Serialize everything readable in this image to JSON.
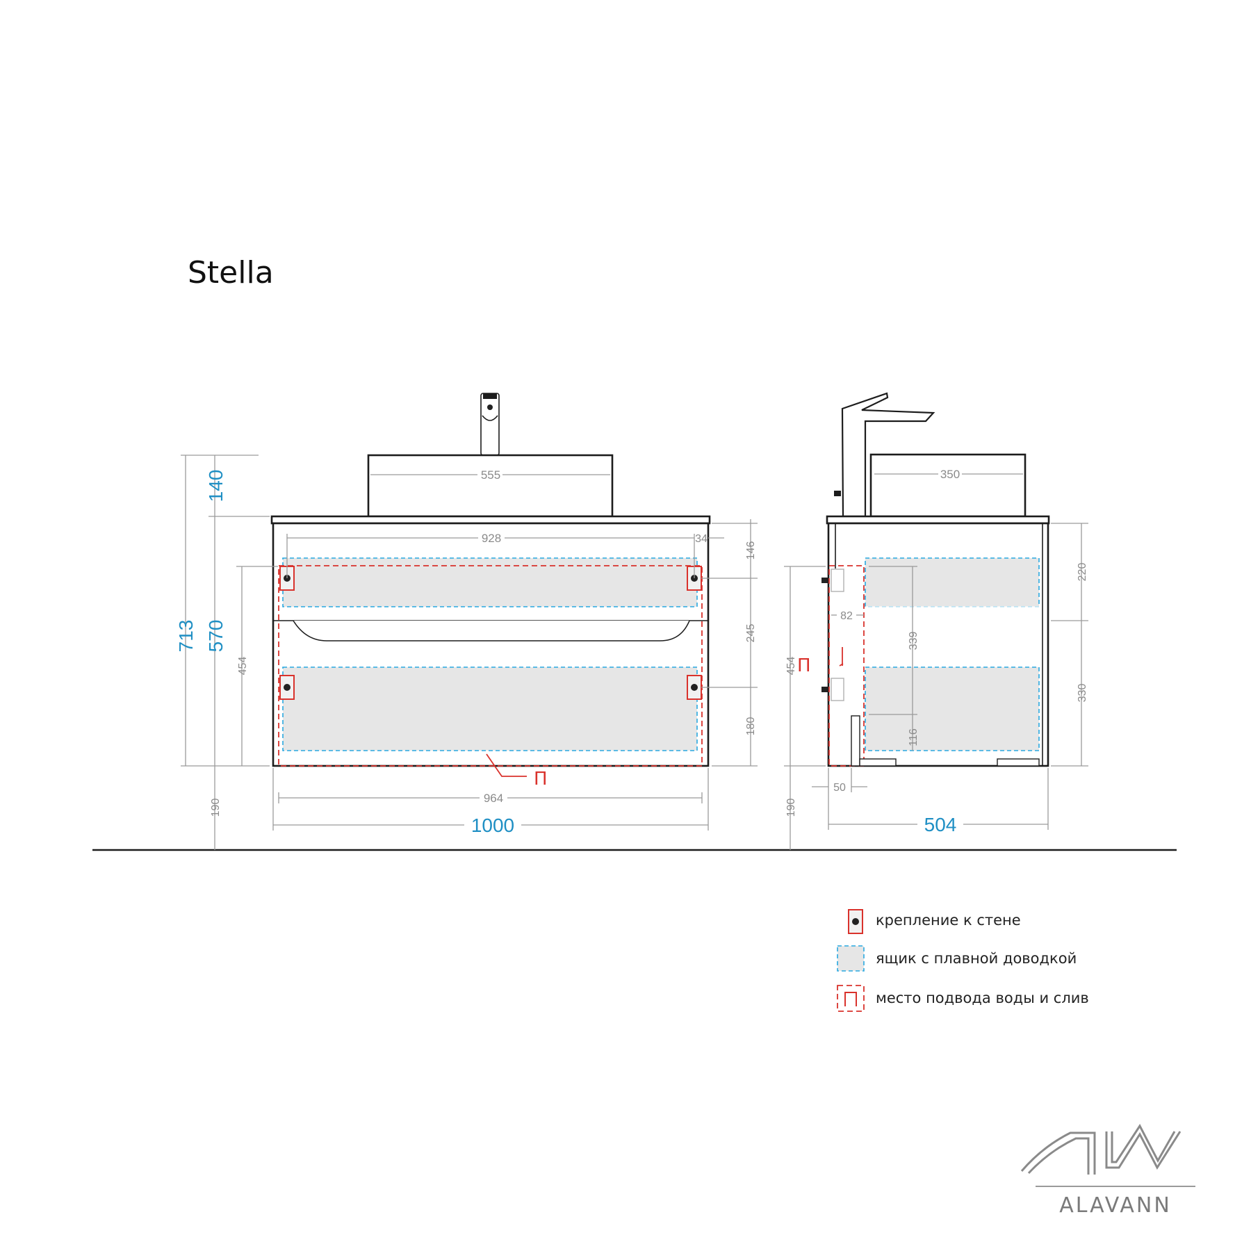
{
  "title": "Stella",
  "colors": {
    "outline": "#1c1c1c",
    "dimension_grey": "#8a8a8a",
    "dimension_blue": "#1f8fc4",
    "drawer_blue": "#29a8e0",
    "water_red": "#d9322c",
    "drawer_fill": "#e6e6e6"
  },
  "front_view": {
    "dims": {
      "total_height": "713",
      "cabinet_height": "570",
      "basin_height": "140",
      "mount_height": "454",
      "floor_gap": "190",
      "basin_width": "555",
      "mount_spacing": "928",
      "mount_offset": "34",
      "top_offset": "146",
      "mid_offset": "245",
      "bottom_offset": "180",
      "inner_width": "964",
      "total_width": "1000"
    },
    "water_marker": "П"
  },
  "side_view": {
    "dims": {
      "basin_depth": "350",
      "mount_height": "454",
      "floor_gap": "190",
      "back_offset": "82",
      "inner_height": "339",
      "bottom_offset": "116",
      "back_gap": "50",
      "total_depth": "504",
      "upper_drawer": "220",
      "lower_drawer": "330"
    },
    "water_marker": "П"
  },
  "legend": {
    "items": [
      {
        "icon": "wall-mount-icon",
        "label": "крепление к стене"
      },
      {
        "icon": "soft-close-drawer-icon",
        "label": "ящик с плавной доводкой"
      },
      {
        "icon": "water-supply-icon",
        "label": "место подвода воды и слив"
      }
    ]
  },
  "logo": {
    "text": "ALAVANN"
  }
}
